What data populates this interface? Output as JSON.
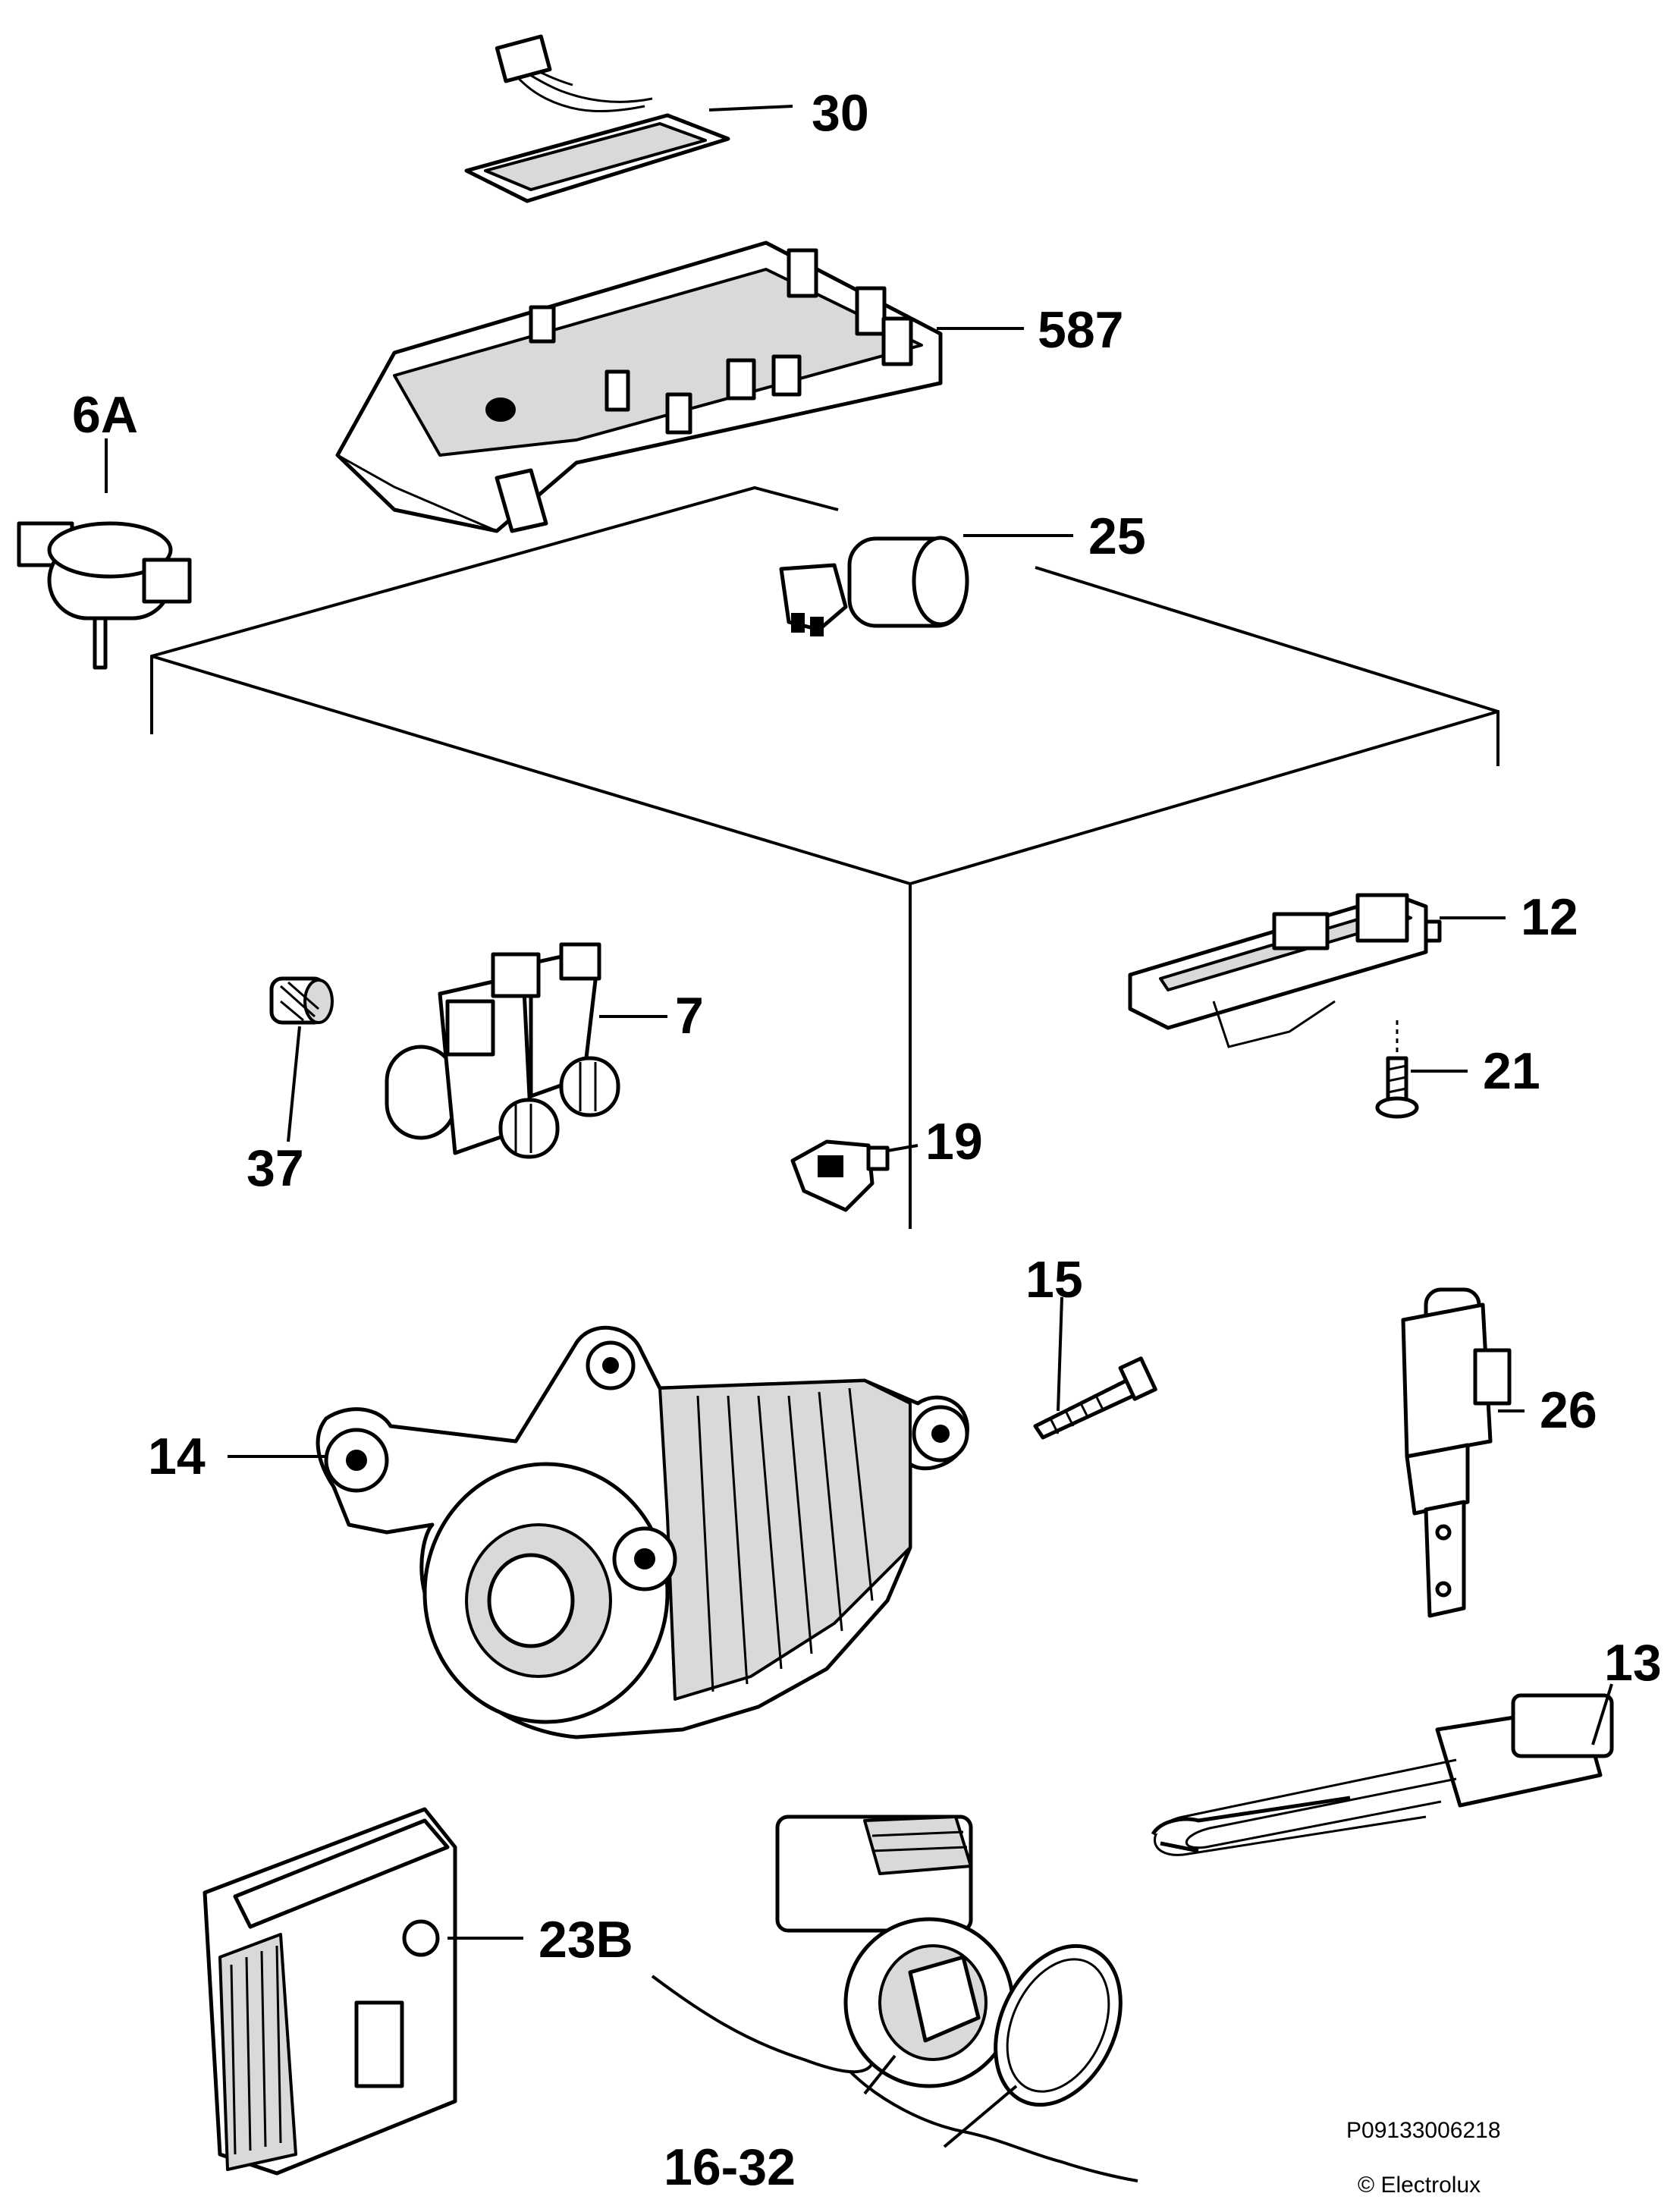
{
  "diagram": {
    "callouts": {
      "c30": "30",
      "c587": "587",
      "c6A": "6A",
      "c25": "25",
      "c12": "12",
      "c7": "7",
      "c21": "21",
      "c37": "37",
      "c19": "19",
      "c15": "15",
      "c26": "26",
      "c14": "14",
      "c13": "13",
      "c23B": "23B",
      "c16_32": "16-32"
    },
    "part_number": "P09133006218",
    "copyright": "© Electrolux"
  },
  "colors": {
    "line": "#000000",
    "background": "#ffffff",
    "shade": "#d9d9d9"
  }
}
